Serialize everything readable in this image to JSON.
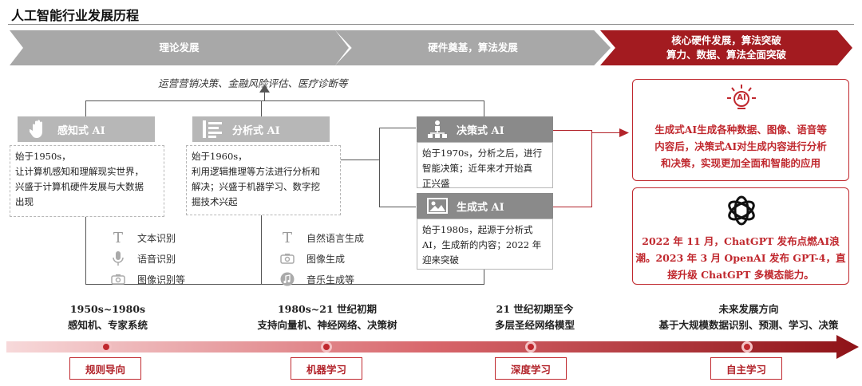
{
  "title": "人工智能行业发展历程",
  "stages": [
    {
      "label": "理论发展"
    },
    {
      "label": "硬件奠基，算法发展"
    },
    {
      "label_line1": "核心硬件发展，算法突破",
      "label_line2": "算力、数据、算法全面突破"
    }
  ],
  "top_note": "运营营销决策、金融风险评估、医疗诊断等",
  "ai_types": {
    "perceptive": {
      "name": "感知式 AI",
      "icon": "hand-icon",
      "desc": [
        "始于1950s，",
        "让计算机感知和理解现实世界，",
        "兴盛于计算机硬件发展与大数据",
        "出现"
      ]
    },
    "analytic": {
      "name": "分析式 AI",
      "icon": "list-icon",
      "desc": [
        "始于1960s，",
        "利用逻辑推理等方法进行分析和",
        "解决；兴盛于机器学习、数字挖",
        "掘技术兴起"
      ]
    },
    "decision": {
      "name": "决策式 AI",
      "icon": "org-chart-icon",
      "desc": [
        "始于1970s，分析之后，进行",
        "智能决策；近年来才开始真",
        "正兴盛"
      ]
    },
    "generative": {
      "name": "生成式 AI",
      "icon": "image-icon",
      "desc": [
        "始于1980s，起源于分析式",
        "AI，生成新的内容；2022 年",
        "迎来突破"
      ]
    }
  },
  "features_left": [
    {
      "icon": "text-icon",
      "label": "文本识别"
    },
    {
      "icon": "microphone-icon",
      "label": "语音识别"
    },
    {
      "icon": "camera-icon",
      "label": "图像识别等"
    }
  ],
  "features_right": [
    {
      "icon": "text-icon",
      "label": "自然语言生成"
    },
    {
      "icon": "camera-icon",
      "label": "图像生成"
    },
    {
      "icon": "music-icon",
      "label": "音乐生成等"
    }
  ],
  "right_panel": {
    "ai_badge": "AI",
    "box1": [
      "生成式AI生成各种数据、图像、语音等",
      "内容后，决策式AI对生成内容进行分析",
      "和决策，实现更加全面和智能的应用"
    ],
    "box2": [
      "2022 年 11 月，ChatGPT 发布点燃AI浪",
      "潮。2023 年 3 月 OpenAI 发布 GPT-4，直",
      "接升级 ChatGPT 多模态能力。"
    ]
  },
  "timeline": [
    {
      "period": "1950s~1980s",
      "desc": "感知机、专家系统",
      "tag": "规则导向"
    },
    {
      "period": "1980s~21 世纪初期",
      "desc": "支持向量机、神经网络、决策树",
      "tag": "机器学习"
    },
    {
      "period": "21 世纪初期至今",
      "desc": "多层圣经网络模型",
      "tag": "深度学习"
    },
    {
      "period": "未来发展方向",
      "desc": "基于大规模数据识别、预测、学习、决策",
      "tag": "自主学习"
    }
  ],
  "colors": {
    "accent": "#a31b20",
    "grey": "#a8a8a8"
  }
}
